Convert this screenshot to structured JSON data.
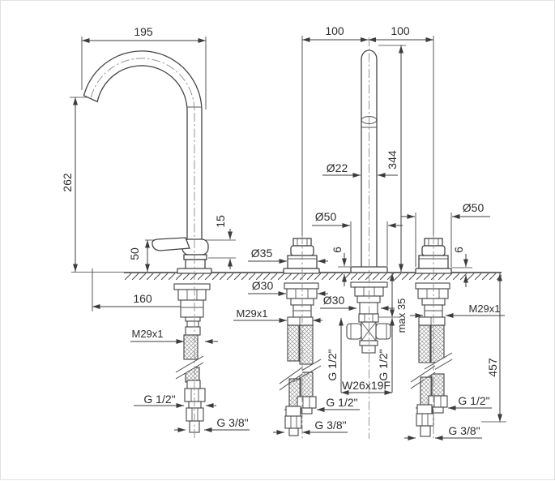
{
  "drawing": {
    "title": "3-hole basin mixer installation drawing",
    "colors": {
      "line": "#454545",
      "text": "#2d2d2d",
      "hatch": "#4a4a4a"
    }
  },
  "labels": {
    "d195": "195",
    "d100_left": "100",
    "d100_right": "100",
    "d262": "262",
    "d344": "344",
    "d15": "15",
    "d50": "50",
    "d160": "160",
    "d457": "457",
    "d6_column": "6",
    "d6_right_valve": "6",
    "dmax35": "max 35",
    "dia22": "Ø22",
    "dia50_column": "Ø50",
    "dia50_right_valve": "Ø50",
    "dia35_mid_valve": "Ø35",
    "dia30_mid_valve": "Ø30",
    "dia30_column": "Ø30",
    "m29_spout": "M29x1",
    "m29_mid_valve": "M29x1",
    "m29_right_valve": "M29x1",
    "g12_spout_hose": "G 1/2\"",
    "g38_spout_hose": "G 3/8\"",
    "g12_mid_hose": "G 1/2\"",
    "g38_mid_hose": "G 3/8\"",
    "g12_right_hose": "G 1/2\"",
    "g38_right_hose": "G 3/8\"",
    "g12_tee_left": "G 1/2\"",
    "g12_tee_right": "G 1/2\"",
    "w26_tee": "W26x19F"
  }
}
